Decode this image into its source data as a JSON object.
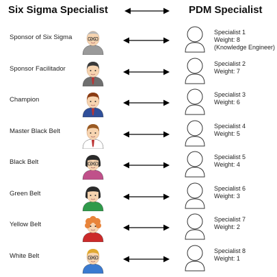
{
  "header": {
    "left_title": "Six Sigma Specialist",
    "right_title": "PDM Specialist"
  },
  "rows": [
    {
      "role": "Sponsor of Six Sigma",
      "specialist": "Specialist 1",
      "weight": "Weight: 8",
      "note": "(Knowledge Engineer)",
      "avatar": "elderly-man-glasses",
      "hair": "#b7b7b7",
      "shirt": "#9a9a9a"
    },
    {
      "role": "Sponsor Facilitador",
      "specialist": "Specialist 2",
      "weight": "Weight: 7",
      "note": "",
      "avatar": "man-suit",
      "hair": "#3a3a3a",
      "shirt": "#6f6f6f"
    },
    {
      "role": "Champion",
      "specialist": "Specialist 3",
      "weight": "Weight: 6",
      "note": "",
      "avatar": "man-blue-suit",
      "hair": "#8a3b12",
      "shirt": "#2f4f9a"
    },
    {
      "role": "Master Black Belt",
      "specialist": "Specialist 4",
      "weight": "Weight: 5",
      "note": "",
      "avatar": "man-tie",
      "hair": "#9a5a22",
      "shirt": "#ffffff"
    },
    {
      "role": "Black Belt",
      "specialist": "Specialist 5",
      "weight": "Weight: 4",
      "note": "",
      "avatar": "woman-glasses",
      "hair": "#2a2a2a",
      "shirt": "#c0508a"
    },
    {
      "role": "Green Belt",
      "specialist": "Specialist 6",
      "weight": "Weight: 3",
      "note": "",
      "avatar": "woman-green",
      "hair": "#2b2b2b",
      "shirt": "#2f9a4a"
    },
    {
      "role": "Yellow Belt",
      "specialist": "Specialist 7",
      "weight": "Weight: 2",
      "note": "",
      "avatar": "curly-red",
      "hair": "#e8843a",
      "shirt": "#cc2a2a"
    },
    {
      "role": "White Belt",
      "specialist": "Specialist 8",
      "weight": "Weight: 1",
      "note": "",
      "avatar": "blonde-glasses",
      "hair": "#e0a830",
      "shirt": "#3a7ad0"
    }
  ]
}
